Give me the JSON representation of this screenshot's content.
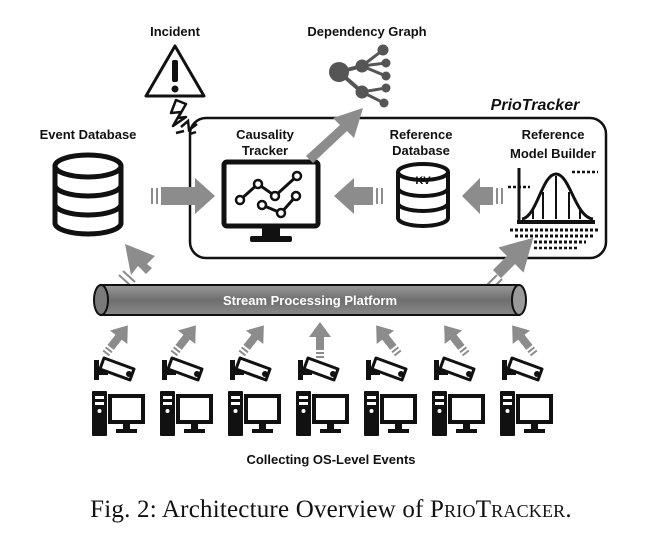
{
  "diagram": {
    "system_name": "PrioTracker",
    "incident_label": "Incident",
    "dependency_graph_label": "Dependency Graph",
    "event_database_label": "Event Database",
    "causality_tracker_label_line1": "Causality",
    "causality_tracker_label_line2": "Tracker",
    "reference_database_label_line1": "Reference",
    "reference_database_label_line2": "Database",
    "kv_label": "KV",
    "reference_model_builder_label_line1": "Reference",
    "reference_model_builder_label_line2": "Model Builder",
    "stream_platform_label": "Stream Processing Platform",
    "collecting_label": "Collecting OS-Level Events",
    "host_count": 7
  },
  "caption": {
    "prefix": "Fig. 2: Architecture Overview of ",
    "name": "PrioTracker",
    "suffix": "."
  },
  "colors": {
    "arrow": "#8c8c8c",
    "pipe": "#7a7a7a",
    "ink": "#111111"
  }
}
